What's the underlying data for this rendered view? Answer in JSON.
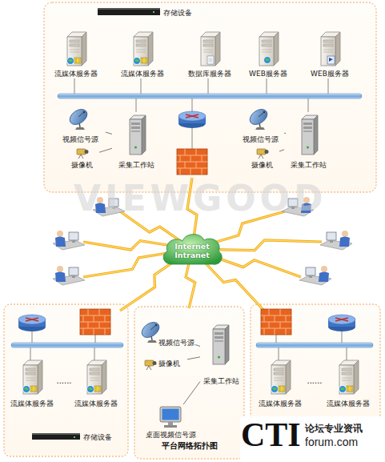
{
  "diagram": {
    "title": "平台网络拓扑图",
    "nodes": [
      {
        "text": [
          "存储设备"
        ]
      },
      {
        "text": [
          "流媒体服务器"
        ]
      },
      {
        "text": [
          "流媒体服务器"
        ]
      },
      {
        "text": [
          "数据库服务器"
        ]
      },
      {
        "text": [
          "WEB服务器"
        ]
      },
      {
        "text": [
          "WEB服务器"
        ]
      },
      {
        "text": [
          "视频信号源"
        ]
      },
      {
        "text": [
          "摄像机"
        ]
      },
      {
        "text": [
          "采集工作站"
        ]
      },
      {
        "text": [
          "视频信号源"
        ]
      },
      {
        "text": [
          "摄像机"
        ]
      },
      {
        "text": [
          "采集工作站"
        ]
      },
      {
        "text": [
          "Internet Intranet"
        ]
      },
      {
        "text": [
          "流媒体服务器"
        ]
      },
      {
        "text": [
          "流媒体服务器"
        ]
      },
      {
        "text": [
          "存储设备"
        ]
      },
      {
        "text": [
          "视频信号源"
        ]
      },
      {
        "text": [
          "摄像机"
        ]
      },
      {
        "text": [
          "采集工作站"
        ]
      },
      {
        "text": [
          "桌面视频信号源"
        ]
      },
      {
        "text": [
          "流媒体服务器"
        ]
      },
      {
        "text": [
          "流媒体服务器"
        ]
      }
    ],
    "edges": [
      {
        "from": 6,
        "to": 8,
        "arrow": "none"
      },
      {
        "from": 7,
        "to": 8,
        "arrow": "none"
      },
      {
        "from": 9,
        "to": 11,
        "arrow": "none"
      },
      {
        "from": 10,
        "to": 11,
        "arrow": "none"
      },
      {
        "from": 16,
        "to": 18,
        "arrow": "none"
      },
      {
        "from": 17,
        "to": 18,
        "arrow": "none"
      },
      {
        "from": 19,
        "to": 18,
        "arrow": "none"
      }
    ],
    "labels": [
      "VIEWGOOD",
      "......",
      "......",
      "论坛专业资讯",
      "CTI",
      "forum.com"
    ]
  }
}
